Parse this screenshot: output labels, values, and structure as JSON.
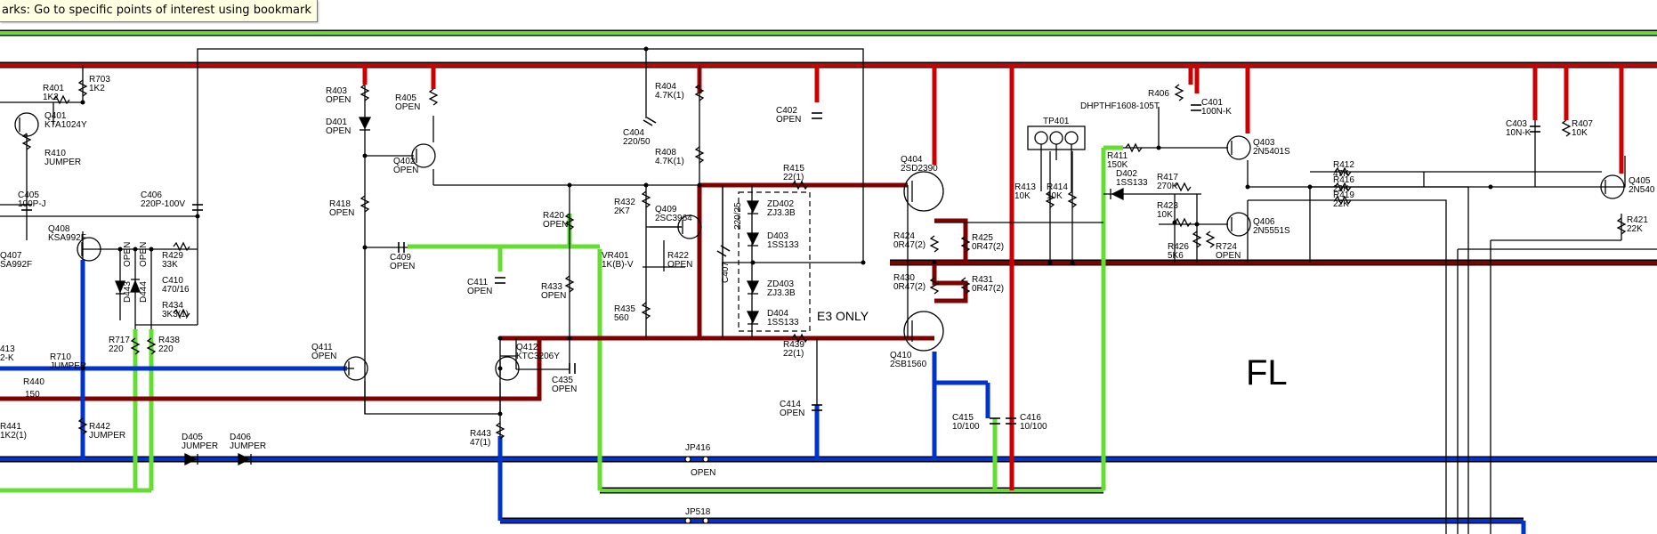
{
  "tooltip": {
    "text": "arks: Go to specific points of interest using bookmark"
  },
  "colors": {
    "red": "#cc0000",
    "dark_red": "#800000",
    "blue": "#0033cc",
    "green": "#66dd33",
    "wire": "#000000"
  },
  "section_label": "FL",
  "region_label": "E3 ONLY",
  "labels": [
    {
      "id": "r401",
      "lines": [
        "R401",
        "1K2"
      ]
    },
    {
      "id": "r703",
      "lines": [
        "R703",
        "1K2"
      ]
    },
    {
      "id": "q401",
      "lines": [
        "Q401",
        "KTA1024Y"
      ]
    },
    {
      "id": "r410",
      "lines": [
        "R410",
        "JUMPER"
      ]
    },
    {
      "id": "c405",
      "lines": [
        "C405",
        "100P-J"
      ]
    },
    {
      "id": "c406",
      "lines": [
        "C406",
        "220P-100V"
      ]
    },
    {
      "id": "q408",
      "lines": [
        "Q408",
        "KSA992F"
      ]
    },
    {
      "id": "q407",
      "lines": [
        "Q407",
        "SA992F"
      ]
    },
    {
      "id": "r429",
      "lines": [
        "R429",
        "33K"
      ]
    },
    {
      "id": "c410",
      "lines": [
        "C410",
        "470/16"
      ]
    },
    {
      "id": "r434",
      "lines": [
        "R434",
        "3K3(1)"
      ]
    },
    {
      "id": "d443",
      "lines": [
        "D443"
      ]
    },
    {
      "id": "d444",
      "lines": [
        "D444"
      ]
    },
    {
      "id": "open1",
      "lines": [
        "OPEN"
      ]
    },
    {
      "id": "open2",
      "lines": [
        "OPEN"
      ]
    },
    {
      "id": "r717",
      "lines": [
        "R717",
        "220"
      ]
    },
    {
      "id": "r438",
      "lines": [
        "R438",
        "220"
      ]
    },
    {
      "id": "r413a",
      "lines": [
        "413",
        "2-K"
      ]
    },
    {
      "id": "r710",
      "lines": [
        "R710",
        "JUMPER"
      ]
    },
    {
      "id": "r440",
      "lines": [
        "R440"
      ]
    },
    {
      "id": "v150",
      "lines": [
        "150"
      ]
    },
    {
      "id": "r441",
      "lines": [
        "R441",
        "1K2(1)"
      ]
    },
    {
      "id": "r442",
      "lines": [
        "R442",
        "JUMPER"
      ]
    },
    {
      "id": "d405",
      "lines": [
        "D405",
        "JUMPER"
      ]
    },
    {
      "id": "d406",
      "lines": [
        "D406",
        "JUMPER"
      ]
    },
    {
      "id": "r403",
      "lines": [
        "R403",
        "OPEN"
      ]
    },
    {
      "id": "d401",
      "lines": [
        "D401",
        "OPEN"
      ]
    },
    {
      "id": "r405",
      "lines": [
        "R405",
        "OPEN"
      ]
    },
    {
      "id": "q402",
      "lines": [
        "Q402",
        "OPEN"
      ]
    },
    {
      "id": "r418",
      "lines": [
        "R418",
        "OPEN"
      ]
    },
    {
      "id": "c409",
      "lines": [
        "C409",
        "OPEN"
      ]
    },
    {
      "id": "q411",
      "lines": [
        "Q411",
        "OPEN"
      ]
    },
    {
      "id": "c411",
      "lines": [
        "C411",
        "OPEN"
      ]
    },
    {
      "id": "q412",
      "lines": [
        "Q412",
        "KTC3206Y"
      ]
    },
    {
      "id": "c435",
      "lines": [
        "C435",
        "OPEN"
      ]
    },
    {
      "id": "r443",
      "lines": [
        "R443",
        "47(1)"
      ]
    },
    {
      "id": "r404",
      "lines": [
        "R404",
        "4.7K(1)"
      ]
    },
    {
      "id": "c404",
      "lines": [
        "C404",
        "220/50"
      ]
    },
    {
      "id": "r408",
      "lines": [
        "R408",
        "4.7K(1)"
      ]
    },
    {
      "id": "r420",
      "lines": [
        "R420",
        "OPEN"
      ]
    },
    {
      "id": "r432",
      "lines": [
        "R432",
        "2K7"
      ]
    },
    {
      "id": "q409",
      "lines": [
        "Q409",
        "2SC3964"
      ]
    },
    {
      "id": "vr401",
      "lines": [
        "VR401",
        "1K(B)-V"
      ]
    },
    {
      "id": "r422",
      "lines": [
        "R422",
        "OPEN"
      ]
    },
    {
      "id": "r433",
      "lines": [
        "R433",
        "OPEN"
      ]
    },
    {
      "id": "r435",
      "lines": [
        "R435",
        "560"
      ]
    },
    {
      "id": "c407",
      "lines": [
        "C407"
      ]
    },
    {
      "id": "c407v",
      "lines": [
        "220/25"
      ]
    },
    {
      "id": "c402",
      "lines": [
        "C402",
        "OPEN"
      ]
    },
    {
      "id": "r415",
      "lines": [
        "R415",
        "22(1)"
      ]
    },
    {
      "id": "zd402",
      "lines": [
        "ZD402",
        "ZJ3.3B"
      ]
    },
    {
      "id": "d403",
      "lines": [
        "D403",
        "1SS133"
      ]
    },
    {
      "id": "zd403",
      "lines": [
        "ZD403",
        "ZJ3.3B"
      ]
    },
    {
      "id": "d404",
      "lines": [
        "D404",
        "1SS133"
      ]
    },
    {
      "id": "r439",
      "lines": [
        "R439",
        "22(1)"
      ]
    },
    {
      "id": "c414",
      "lines": [
        "C414",
        "OPEN"
      ]
    },
    {
      "id": "jp416",
      "lines": [
        "JP416"
      ]
    },
    {
      "id": "jp416o",
      "lines": [
        "OPEN"
      ]
    },
    {
      "id": "jp518",
      "lines": [
        "JP518"
      ]
    },
    {
      "id": "q404",
      "lines": [
        "Q404",
        "2SD2390"
      ]
    },
    {
      "id": "q410",
      "lines": [
        "Q410",
        "2SB1560"
      ]
    },
    {
      "id": "r424",
      "lines": [
        "R424",
        "0R47(2)"
      ]
    },
    {
      "id": "r425",
      "lines": [
        "R425",
        "0R47(2)"
      ]
    },
    {
      "id": "r430",
      "lines": [
        "R430",
        "0R47(2)"
      ]
    },
    {
      "id": "r431",
      "lines": [
        "R431",
        "0R47(2)"
      ]
    },
    {
      "id": "c415",
      "lines": [
        "C415",
        "10/100"
      ]
    },
    {
      "id": "c416",
      "lines": [
        "C416",
        "10/100"
      ]
    },
    {
      "id": "tp401",
      "lines": [
        "TP401"
      ]
    },
    {
      "id": "r413",
      "lines": [
        "R413",
        "10K"
      ]
    },
    {
      "id": "r414",
      "lines": [
        "R414",
        "10K"
      ]
    },
    {
      "id": "r406",
      "lines": [
        "R406"
      ]
    },
    {
      "id": "dhpthf",
      "lines": [
        "DHPTHF1608-105T"
      ]
    },
    {
      "id": "c401",
      "lines": [
        "C401",
        "100N-K"
      ]
    },
    {
      "id": "r411",
      "lines": [
        "R411",
        "150K"
      ]
    },
    {
      "id": "q403",
      "lines": [
        "Q403",
        "2N5401S"
      ]
    },
    {
      "id": "d402",
      "lines": [
        "D402",
        "1SS133"
      ]
    },
    {
      "id": "r417",
      "lines": [
        "R417",
        "270K"
      ]
    },
    {
      "id": "r423",
      "lines": [
        "R423",
        "10K"
      ]
    },
    {
      "id": "q406",
      "lines": [
        "Q406",
        "2N5551S"
      ]
    },
    {
      "id": "r426",
      "lines": [
        "R426",
        "5K6"
      ]
    },
    {
      "id": "r724",
      "lines": [
        "R724",
        "OPEN"
      ]
    },
    {
      "id": "r412",
      "lines": [
        "R412",
        "47K"
      ]
    },
    {
      "id": "r416",
      "lines": [
        "R416",
        "22K"
      ]
    },
    {
      "id": "r419",
      "lines": [
        "R419",
        "22K"
      ]
    },
    {
      "id": "c403",
      "lines": [
        "C403",
        "10N-K"
      ]
    },
    {
      "id": "r407",
      "lines": [
        "R407",
        "10K"
      ]
    },
    {
      "id": "q405",
      "lines": [
        "Q405",
        "2N540"
      ]
    },
    {
      "id": "r421",
      "lines": [
        "R421",
        "22K"
      ]
    }
  ]
}
